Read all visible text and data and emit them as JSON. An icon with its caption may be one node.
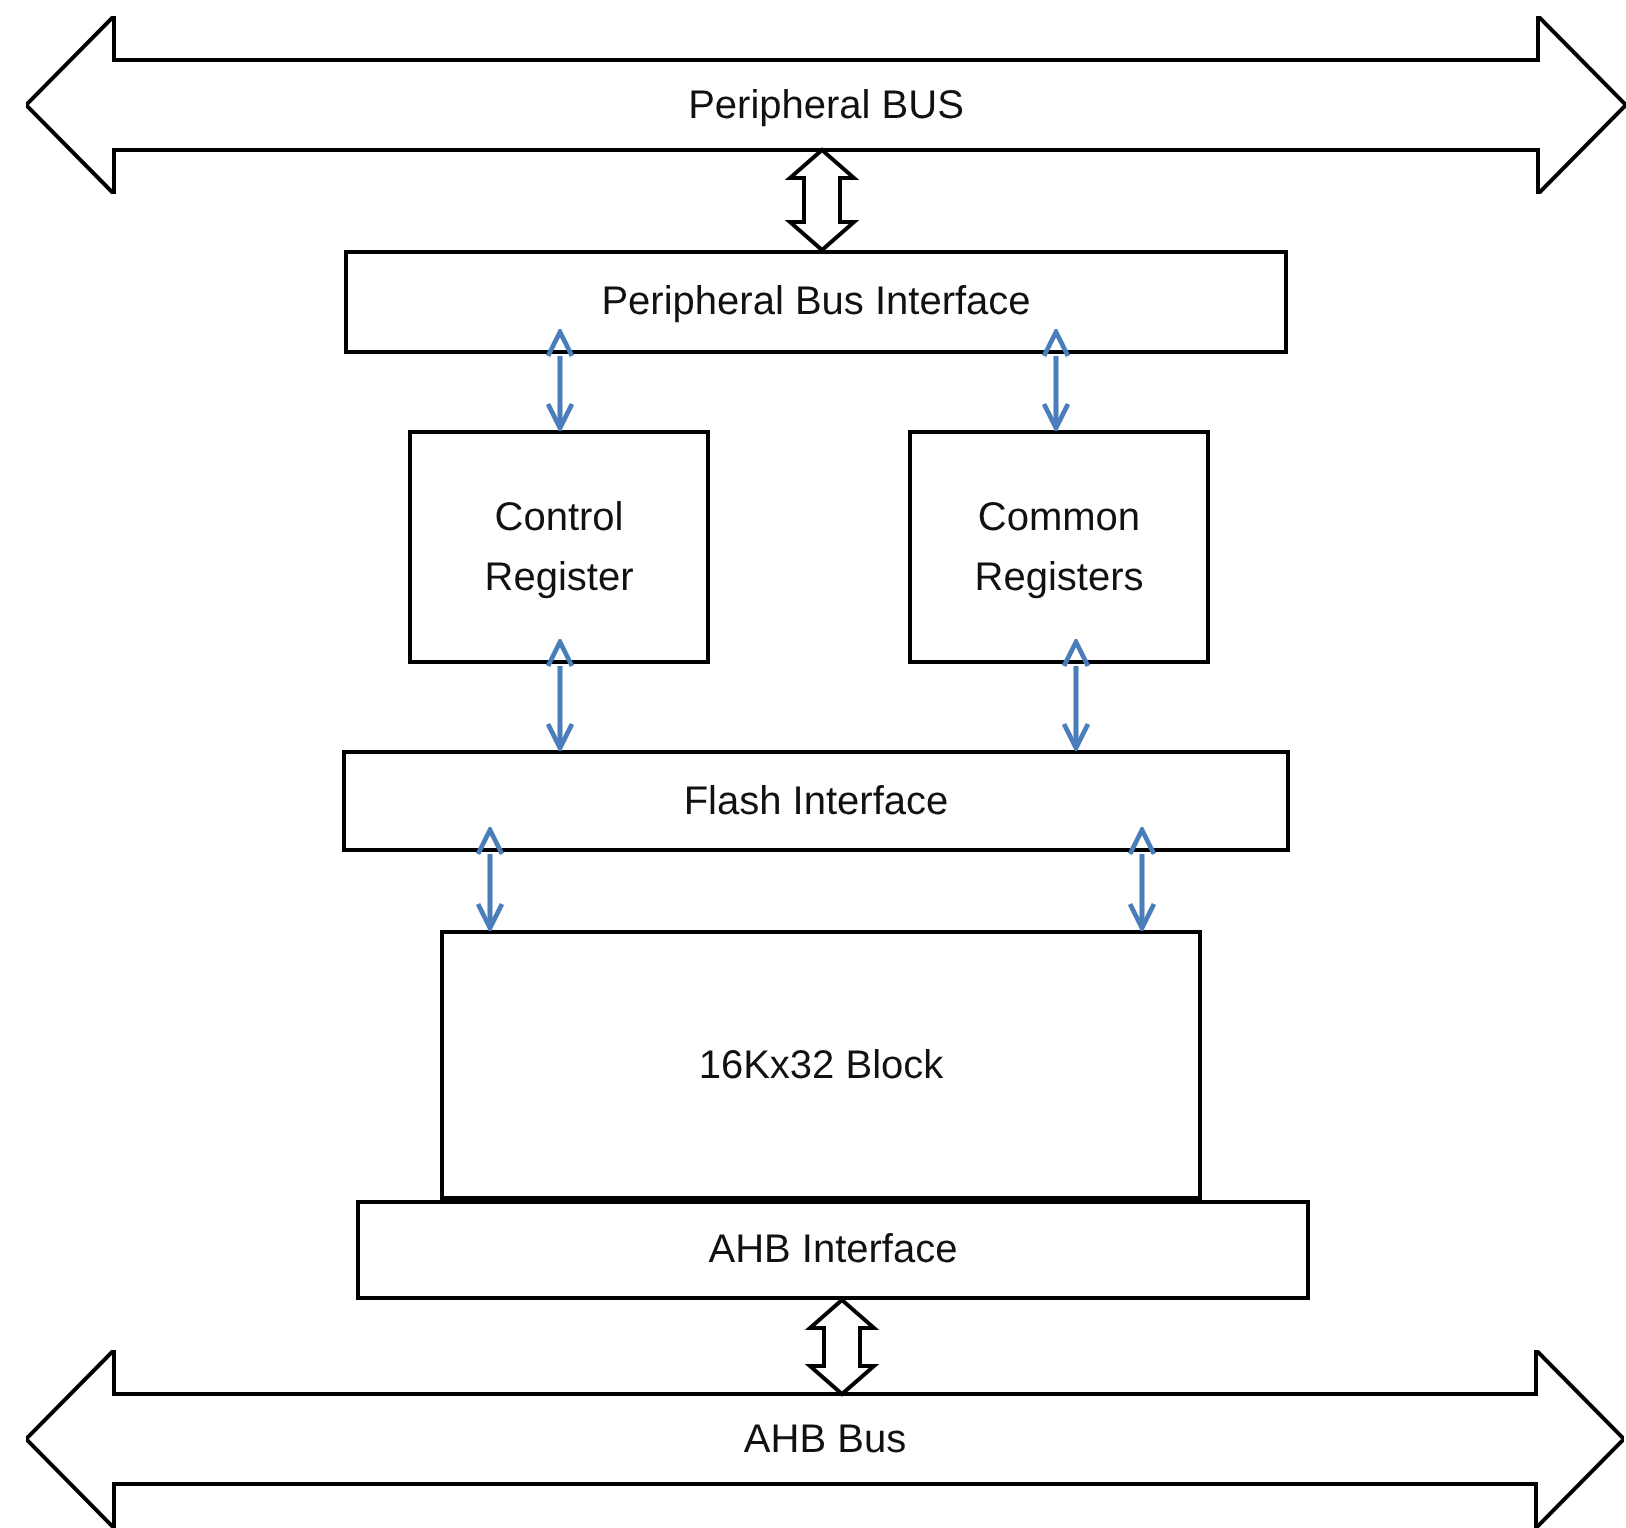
{
  "diagram": {
    "nodes": [
      {
        "text": [
          "Peripheral BUS"
        ]
      },
      {
        "text": [
          "Peripheral Bus Interface"
        ]
      },
      {
        "text": [
          "Control Register"
        ]
      },
      {
        "text": [
          "Common Registers"
        ]
      },
      {
        "text": [
          "Flash Interface"
        ]
      },
      {
        "text": [
          "16Kx32 Block"
        ]
      },
      {
        "text": [
          "AHB Interface"
        ]
      },
      {
        "text": [
          "AHB Bus"
        ]
      }
    ],
    "edges": [
      {
        "from": 0,
        "to": 1,
        "arrow": "both",
        "style": "thick",
        "color": "#000000"
      },
      {
        "from": 1,
        "to": 2,
        "arrow": "both"
      },
      {
        "from": 1,
        "to": 3,
        "arrow": "both"
      },
      {
        "from": 2,
        "to": 4,
        "arrow": "both"
      },
      {
        "from": 3,
        "to": 4,
        "arrow": "both"
      },
      {
        "from": 4,
        "to": 5,
        "arrow": "both"
      },
      {
        "from": 4,
        "to": 5,
        "arrow": "both"
      },
      {
        "from": 6,
        "to": 7,
        "arrow": "both",
        "style": "thick",
        "color": "#000000"
      }
    ]
  }
}
